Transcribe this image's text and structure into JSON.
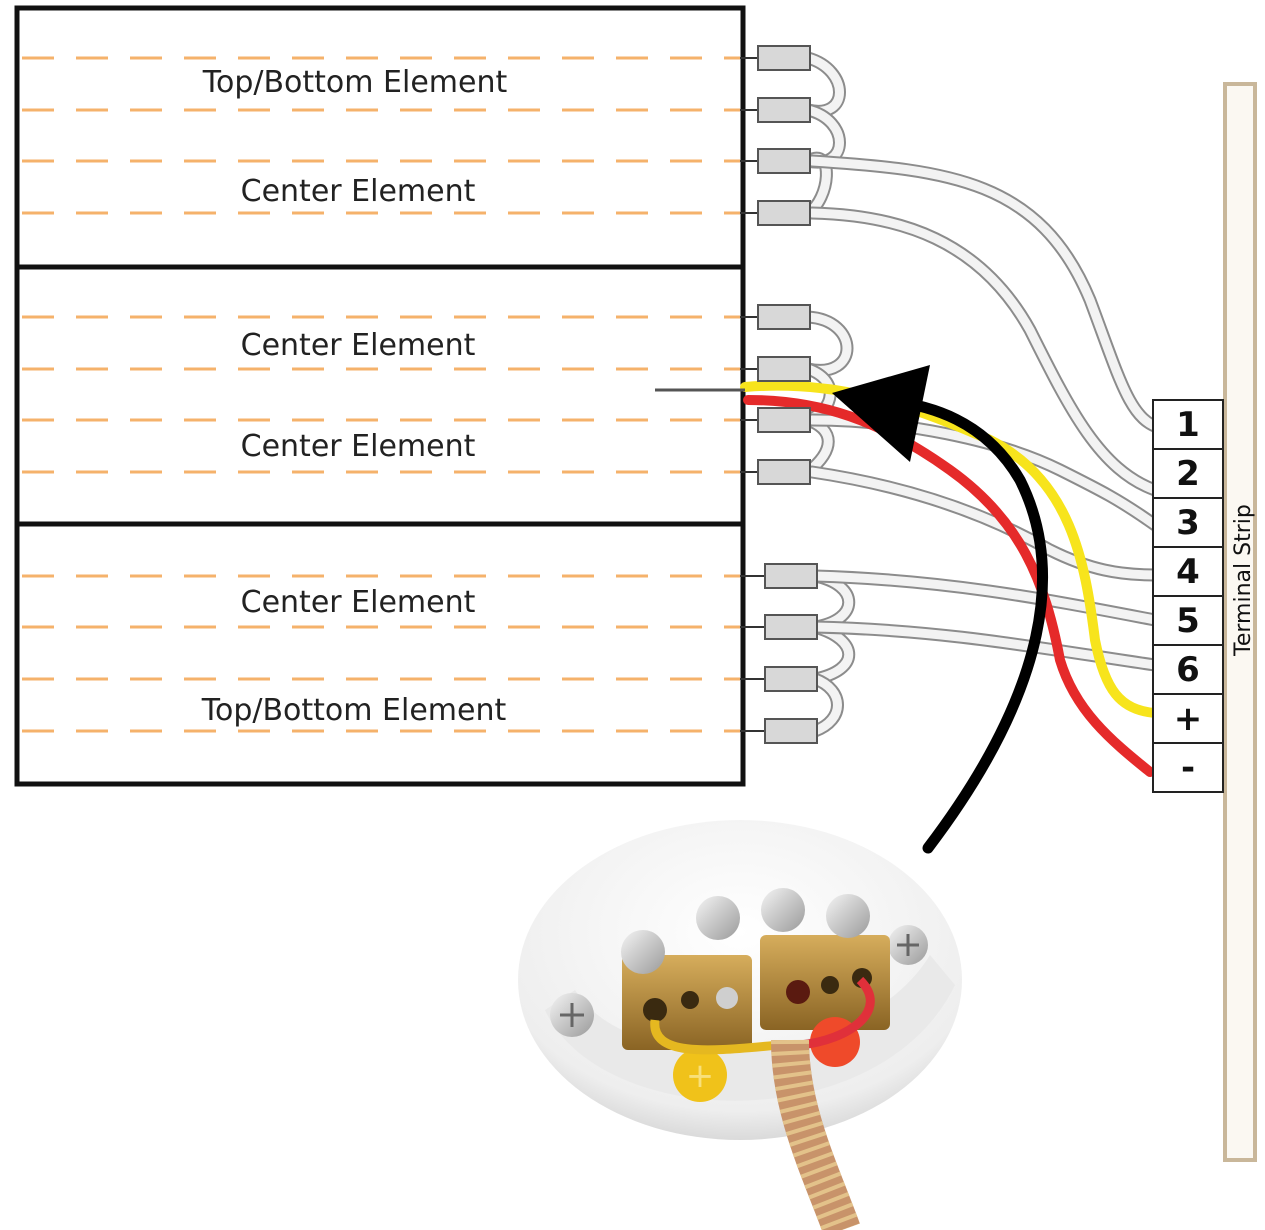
{
  "panels": [
    {
      "labels": [
        "Top/Bottom Element",
        "Center Element"
      ]
    },
    {
      "labels": [
        "Center Element",
        "Center Element"
      ]
    },
    {
      "labels": [
        "Center Element",
        "Top/Bottom Element"
      ]
    }
  ],
  "terminal_strip": {
    "title": "Terminal Strip",
    "terminals": [
      "1",
      "2",
      "3",
      "4",
      "5",
      "6",
      "+",
      "-"
    ]
  },
  "colors": {
    "dash_line": "#f5b26b",
    "frame": "#111111",
    "wire_fill": "#f3f3f3",
    "wire_outline": "#8c8c8c",
    "connector": "#d8d8d8",
    "positive_wire": "#f7e41c",
    "negative_wire": "#e52a2a",
    "arrow": "#000000",
    "strip": "#c9b79a",
    "brass": "#b38a3c",
    "ceramic": "#f6f6f6",
    "cable": "#c8936a"
  },
  "icons": {
    "pointer": "curved-arrow-icon",
    "photo": "thermocouple-connector-photo"
  }
}
